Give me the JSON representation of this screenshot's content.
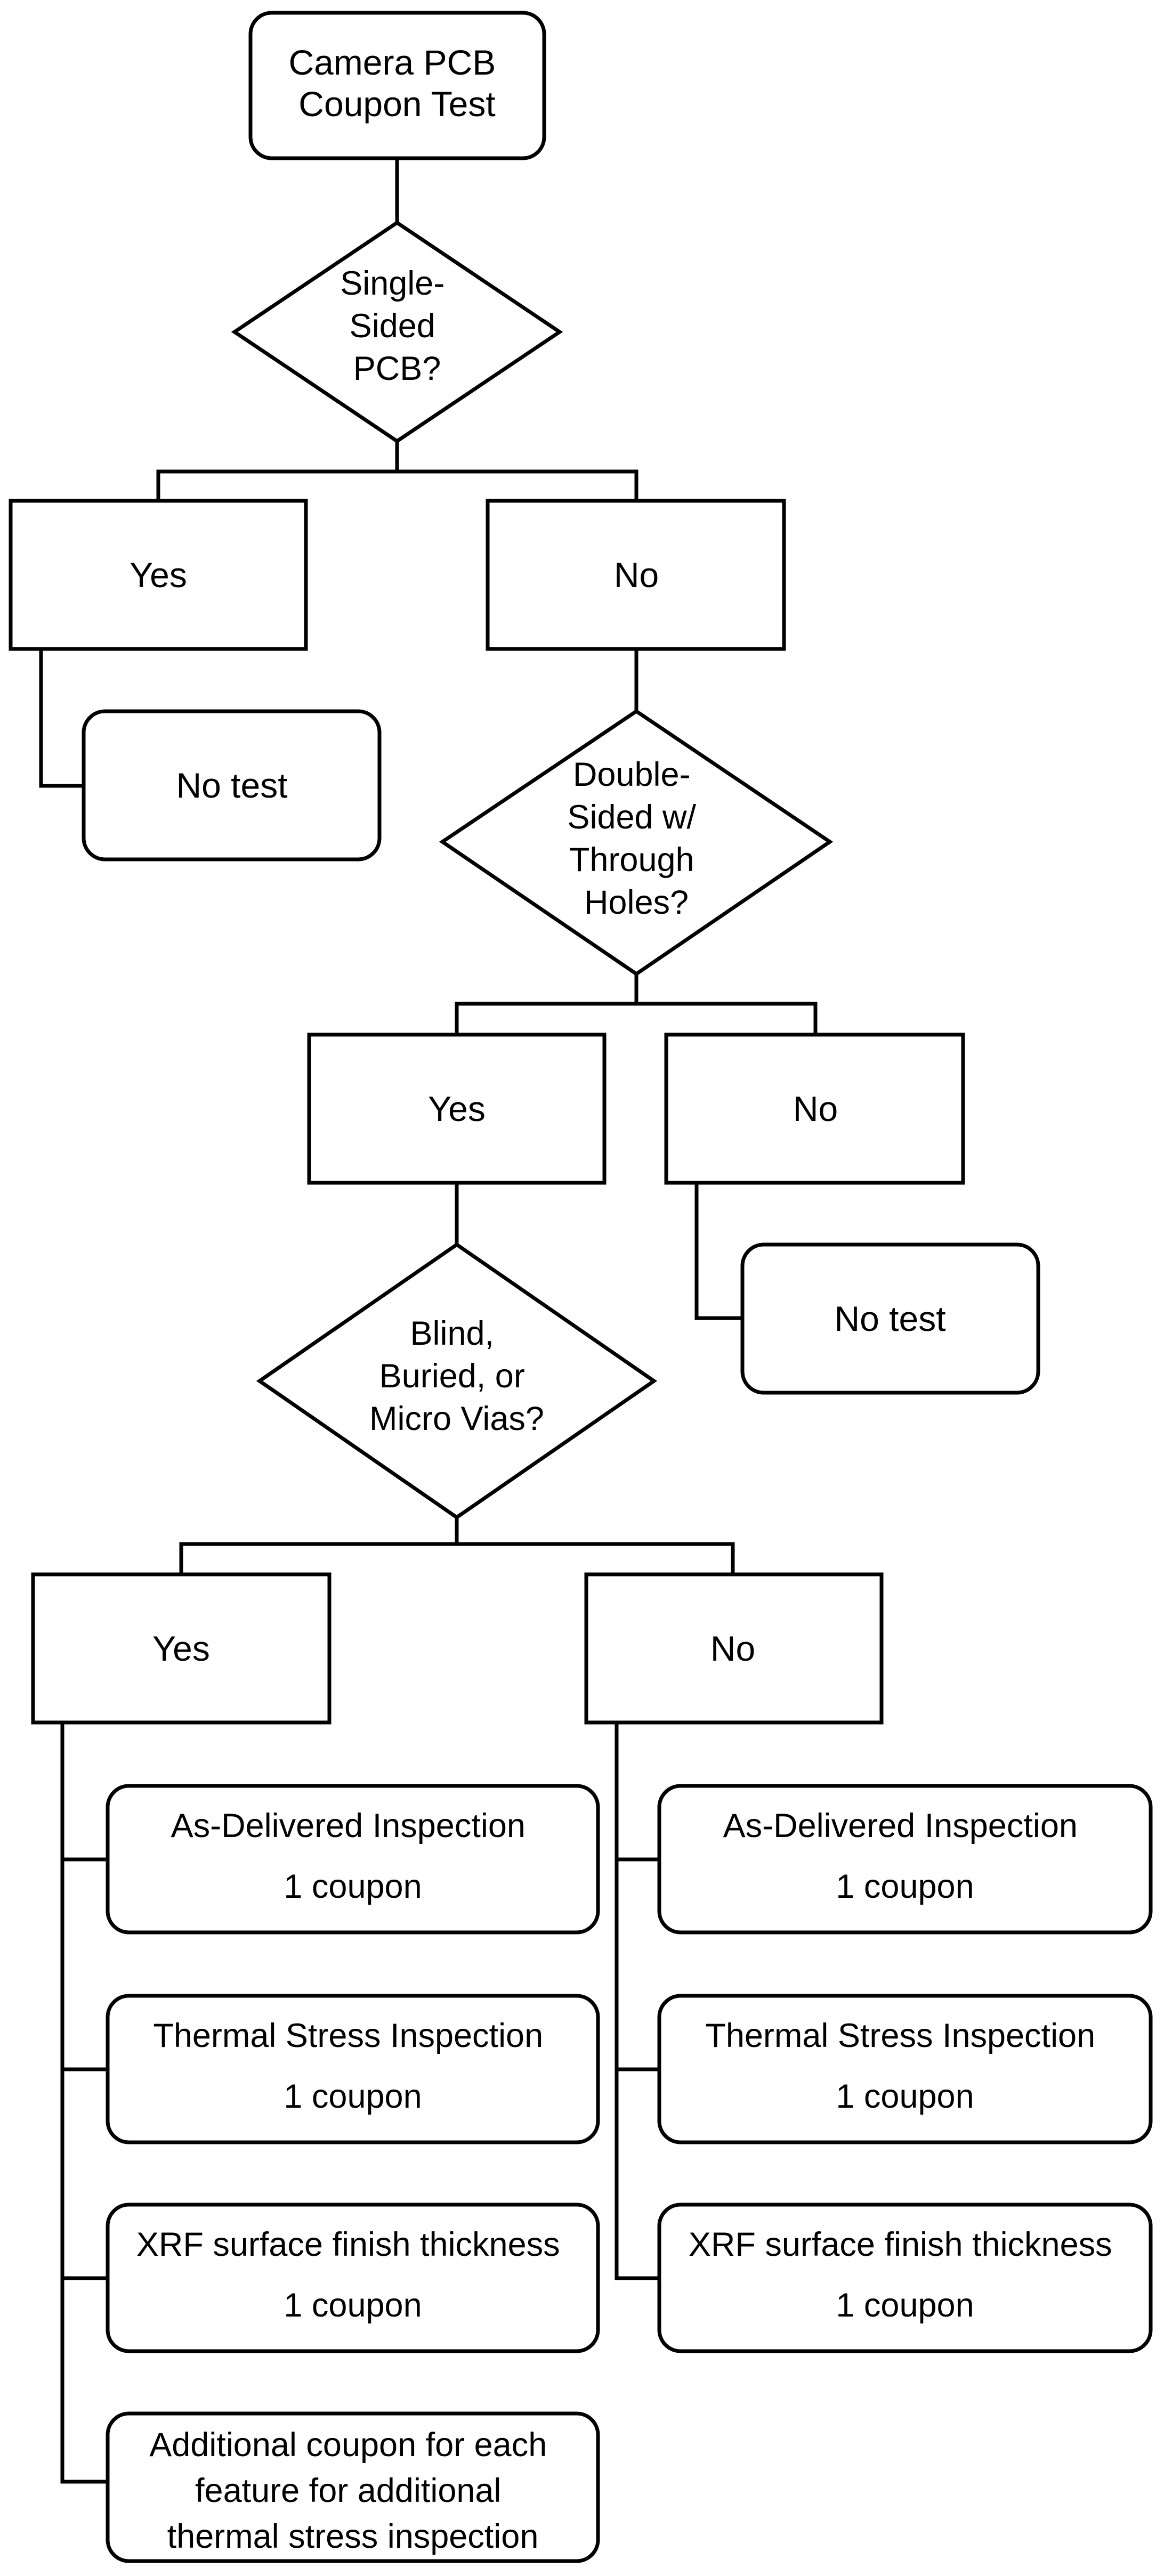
{
  "flowchart": {
    "start": [
      "Camera PCB",
      "Coupon Test"
    ],
    "q1": [
      "Single-",
      "Sided",
      "PCB?"
    ],
    "q1_yes": "Yes",
    "q1_no": "No",
    "q1_yes_result": "No test",
    "q2": [
      "Double-",
      "Sided w/",
      "Through",
      "Holes?"
    ],
    "q2_yes": "Yes",
    "q2_no": "No",
    "q2_no_result": "No test",
    "q3": [
      "Blind,",
      "Buried, or",
      "Micro Vias?"
    ],
    "q3_yes": "Yes",
    "q3_no": "No",
    "yes_tests": [
      [
        "As-Delivered Inspection",
        "1 coupon"
      ],
      [
        "Thermal Stress Inspection",
        "1 coupon"
      ],
      [
        "XRF surface finish thickness",
        "1 coupon"
      ],
      [
        "Additional coupon for each",
        "feature for additional",
        "thermal stress inspection"
      ]
    ],
    "no_tests": [
      [
        "As-Delivered Inspection",
        "1 coupon"
      ],
      [
        "Thermal Stress Inspection",
        "1 coupon"
      ],
      [
        "XRF surface finish thickness",
        "1 coupon"
      ]
    ]
  },
  "colors": {
    "stroke": "#000000",
    "fill": "#ffffff",
    "text": "#000000"
  }
}
